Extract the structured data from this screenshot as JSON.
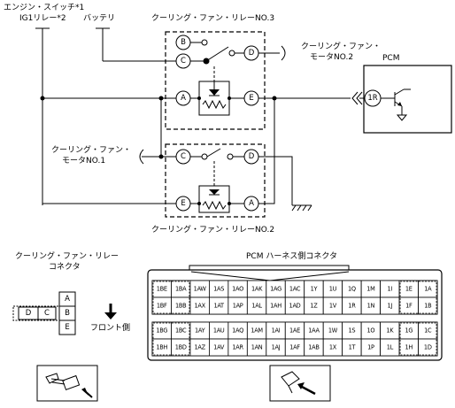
{
  "labels": {
    "engine_switch": "エンジン・スイッチ*1",
    "ig1_relay": "IG1リレー*2",
    "battery": "バッテリ",
    "relay_no3": "クーリング・ファン・リレーNO.3",
    "motor_no2_line1": "クーリング・ファン・",
    "motor_no2_line2": "モータNO.2",
    "pcm": "PCM",
    "motor_no1_line1": "クーリング・ファン・",
    "motor_no1_line2": "モータNO.1",
    "relay_no2": "クーリング・ファン・リレーNO.2",
    "relay_connector_line1": "クーリング・ファン・リレー",
    "relay_connector_line2": "コネクタ",
    "front_side": "フロント側",
    "pcm_connector": "PCM ハーネス側コネクタ"
  },
  "relay_no3_terminals": [
    "B",
    "C",
    "D",
    "A",
    "E"
  ],
  "relay_no2_terminals": [
    "C",
    "D",
    "E",
    "A"
  ],
  "pcm_terminal": "1R",
  "relay_connector_terminals": [
    "A",
    "B",
    "E",
    "D",
    "C"
  ],
  "pcm_connector": {
    "upper": [
      [
        "1BE",
        "1BA",
        "1AW",
        "1AS",
        "1AO",
        "1AK",
        "1AG",
        "1AC",
        "1Y",
        "1U",
        "1Q",
        "1M",
        "1I",
        "1E",
        "1A"
      ],
      [
        "1BF",
        "1BB",
        "1AX",
        "1AT",
        "1AP",
        "1AL",
        "1AH",
        "1AD",
        "1Z",
        "1V",
        "1R",
        "1N",
        "1J",
        "1F",
        "1B"
      ]
    ],
    "lower": [
      [
        "1BG",
        "1BC",
        "1AY",
        "1AU",
        "1AQ",
        "1AM",
        "1AI",
        "1AE",
        "1AA",
        "1W",
        "1S",
        "1O",
        "1K",
        "1G",
        "1C"
      ],
      [
        "1BH",
        "1BD",
        "1AZ",
        "1AV",
        "1AR",
        "1AN",
        "1AJ",
        "1AF",
        "1AB",
        "1X",
        "1T",
        "1P",
        "1L",
        "1H",
        "1D"
      ]
    ]
  }
}
